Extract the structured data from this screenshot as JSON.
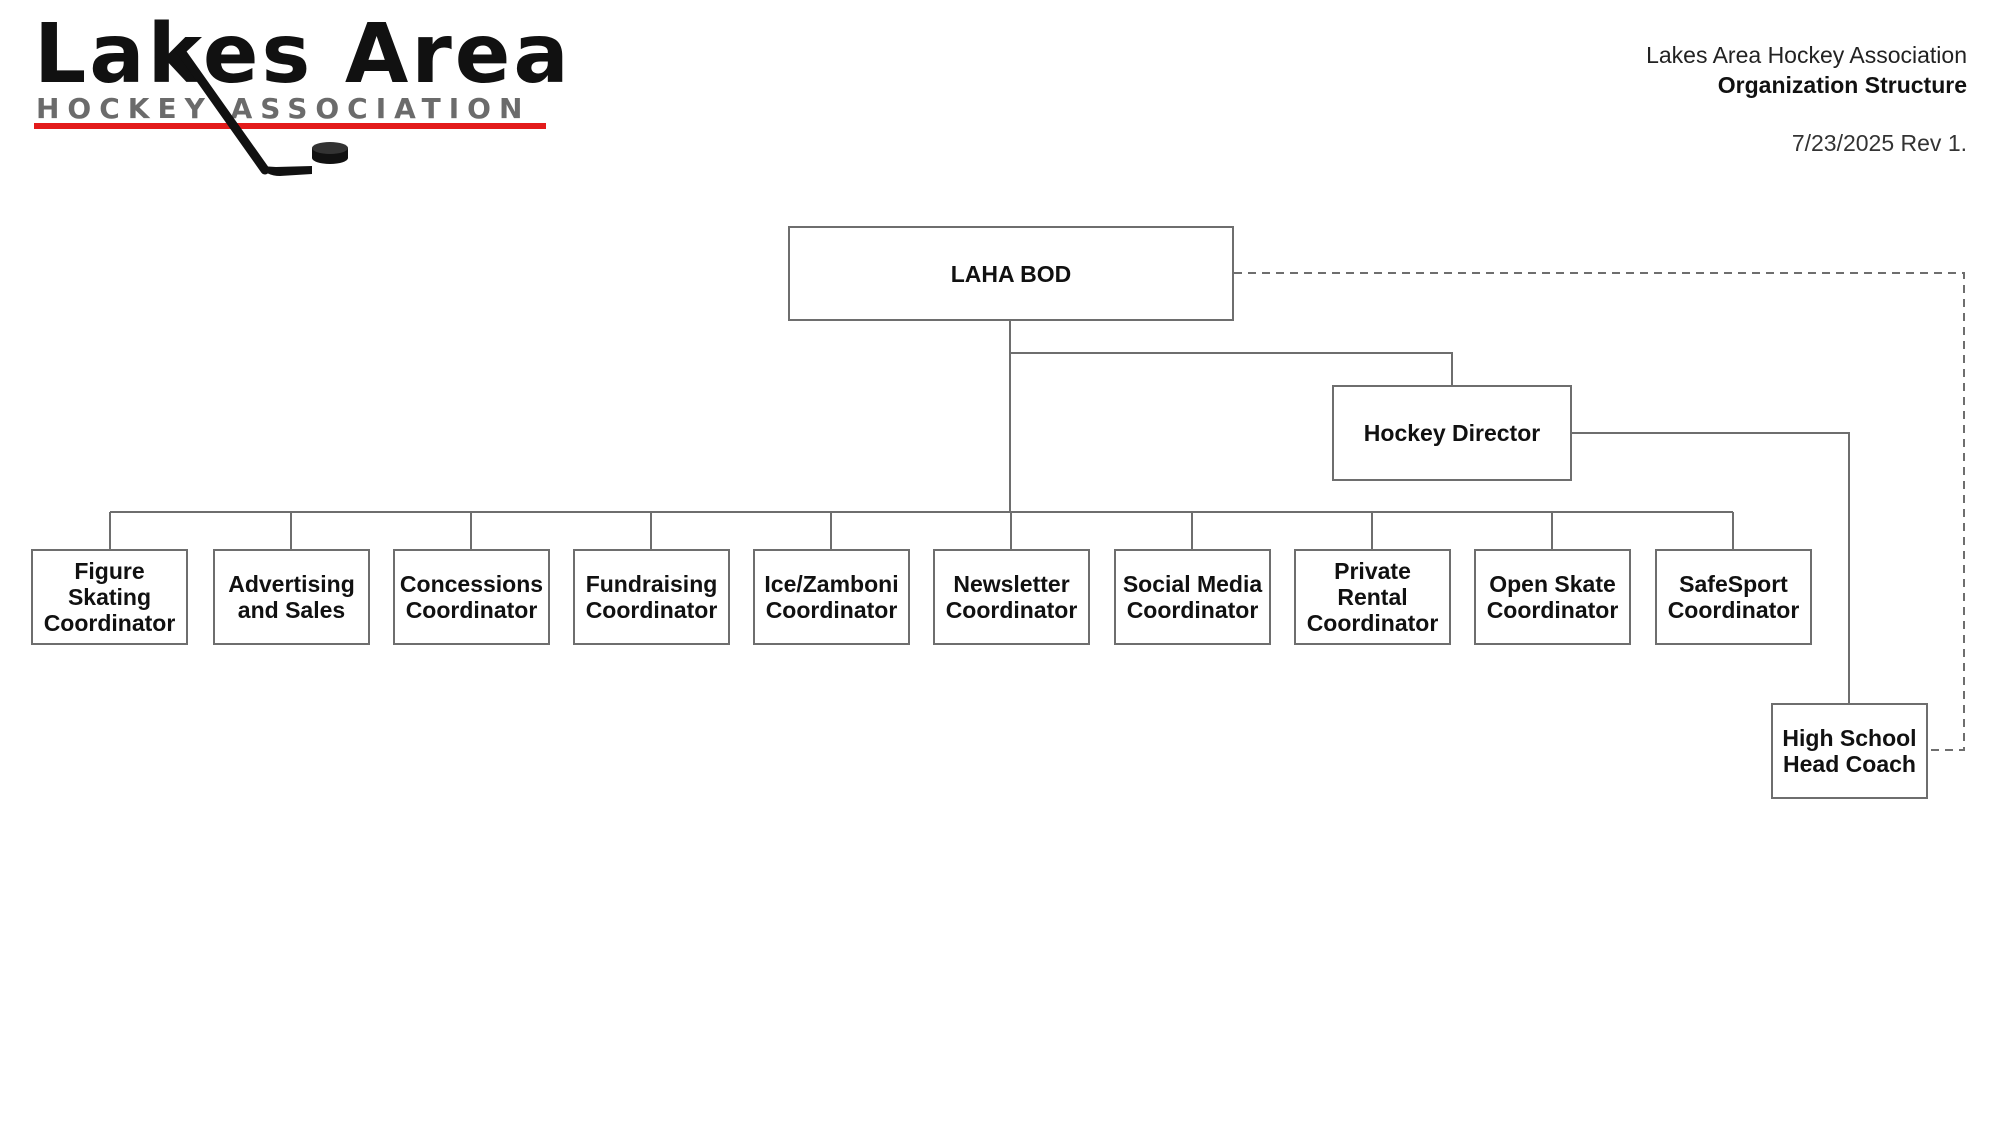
{
  "logo": {
    "title": "Lakes Area",
    "subtitle": "HOCKEY ASSOCIATION"
  },
  "header": {
    "organization": "Lakes Area Hockey Association",
    "document": "Organization Structure",
    "revision": "7/23/2025 Rev 1."
  },
  "org_chart": {
    "root": "LAHA BOD",
    "director": "Hockey Director",
    "coordinators": [
      "Figure Skating Coordinator",
      "Advertising and Sales",
      "Concessions Coordinator",
      "Fundraising Coordinator",
      "Ice/Zamboni Coordinator",
      "Newsletter Coordinator",
      "Social Media Coordinator",
      "Private Rental Coordinator",
      "Open Skate Coordinator",
      "SafeSport Coordinator"
    ],
    "head_coach": "High School Head Coach"
  },
  "colors": {
    "logo_red": "#e31b1b",
    "box_border": "#6e6e6e",
    "connector": "#6e6e6e"
  }
}
